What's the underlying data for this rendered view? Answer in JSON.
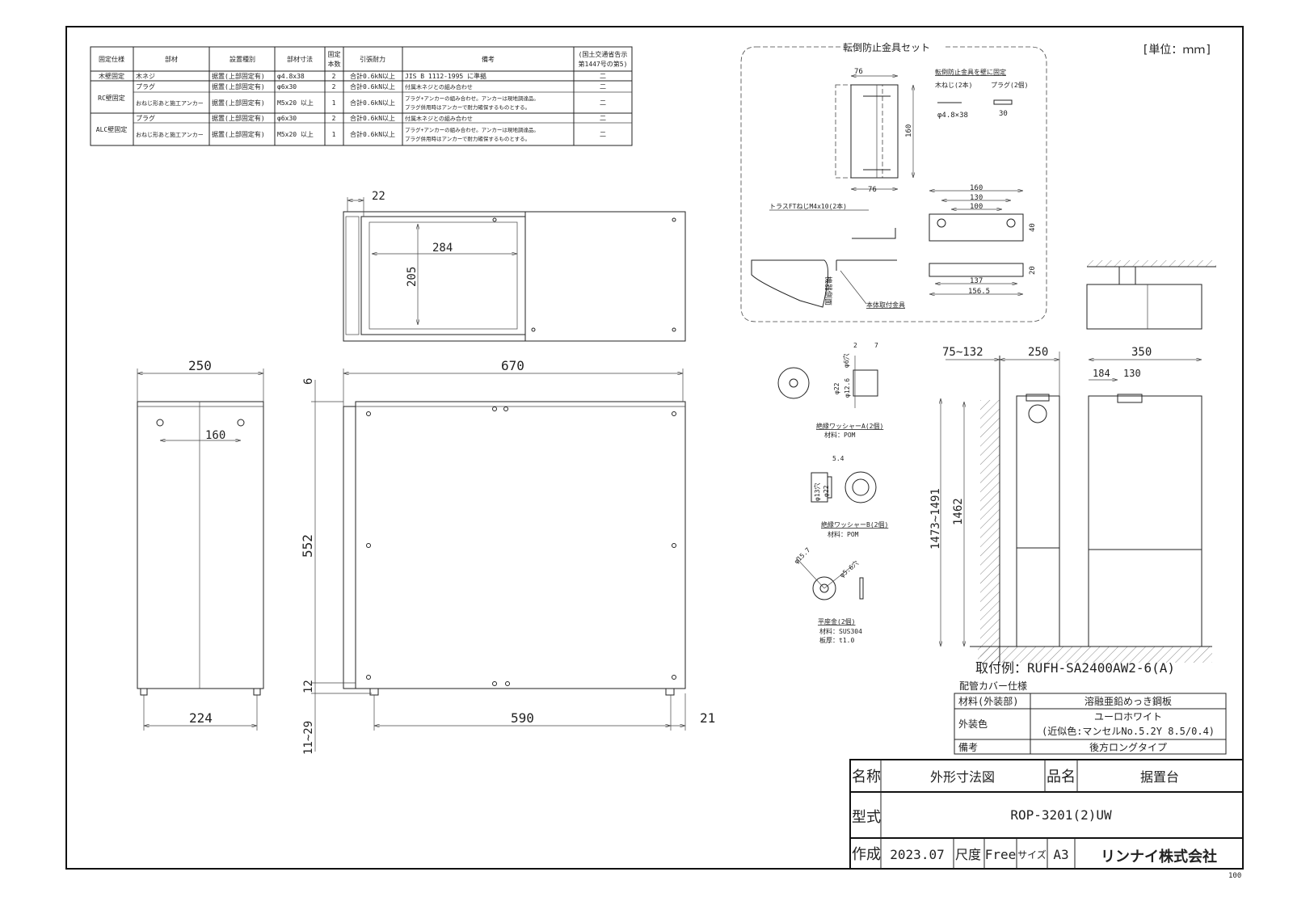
{
  "unit_label": "[単位：ｍｍ]",
  "page_number": "100",
  "parts_table": {
    "headers": [
      "固定仕様",
      "部材",
      "設置種別",
      "部材寸法",
      "固定本数",
      "引張耐力",
      "備考",
      "(国土交通省告示第1447号の第5)"
    ],
    "header_fixed_count": [
      "固定",
      "本数"
    ],
    "header_notice": [
      "(国土交通省告示",
      "第1447号の第5)"
    ],
    "groups": [
      {
        "label": "木壁固定",
        "rows": [
          {
            "member": "木ネジ",
            "type": "据置(上部固定有)",
            "size": "φ4.8x38",
            "count": "2",
            "strength": "合計0.6kN以上",
            "note": [
              "JIS B 1112-1995 に準拠"
            ],
            "notice": "二"
          }
        ]
      },
      {
        "label": "RC壁固定",
        "rows": [
          {
            "member": "プラグ",
            "type": "据置(上部固定有)",
            "size": "φ6x30",
            "count": "2",
            "strength": "合計0.6kN以上",
            "note": [
              "付属木ネジとの組み合わせ"
            ],
            "notice": "二"
          },
          {
            "member": "おねじ形あと施工アンカー",
            "type": "据置(上部固定有)",
            "size": "M5x20 以上",
            "count": "1",
            "strength": "合計0.6kN以上",
            "note": [
              "プラグ+アンカーの組み合わせ。アンカーは現地調達品。",
              "プラグ併用時はアンカーで耐力確保するものとする。"
            ],
            "notice": "二"
          }
        ]
      },
      {
        "label": "ALC壁固定",
        "rows": [
          {
            "member": "プラグ",
            "type": "据置(上部固定有)",
            "size": "φ6x30",
            "count": "2",
            "strength": "合計0.6kN以上",
            "note": [
              "付属木ネジとの組み合わせ"
            ],
            "notice": "二"
          },
          {
            "member": "おねじ形あと施工アンカー",
            "type": "据置(上部固定有)",
            "size": "M5x20 以上",
            "count": "1",
            "strength": "合計0.6kN以上",
            "note": [
              "プラグ+アンカーの組み合わせ。アンカーは現地調達品。",
              "プラグ併用時はアンカーで耐力確保するものとする。"
            ],
            "notice": "二"
          }
        ]
      }
    ]
  },
  "bracket_set": {
    "title": "転倒防止金具セット",
    "wall_fix_title": "転倒防止金具を壁に固定",
    "wood_screw": "木ねじ(2本)",
    "wood_screw_size": "φ4.8×38",
    "plug": "プラグ(2個)",
    "plug_len": "30",
    "dims_plate": {
      "top": "76",
      "bottom": "76",
      "height": "160"
    },
    "truss_screw": "トラスFTねじM4x10(2本)",
    "device_side": "機器側面",
    "body_bracket": "本体取付金具",
    "dims_bracket": {
      "w1": "160",
      "w2": "130",
      "w3": "100",
      "h1": "40",
      "h2": "20",
      "b1": "137",
      "b2": "156.5"
    }
  },
  "washers": {
    "a": {
      "label": "絶縁ワッシャーA(2個)",
      "material": "材料：POM",
      "dims": [
        "2",
        "7",
        "φ6穴",
        "φ22",
        "φ12.6"
      ]
    },
    "b": {
      "label": "絶縁ワッシャーB(2個)",
      "material": "材料：POM",
      "dims": [
        "5.4",
        "φ13穴",
        "φ22"
      ]
    },
    "flat": {
      "label": "平座金(2個)",
      "material": "材料：SUS304",
      "thickness": "板厚：t1.0",
      "dims": [
        "φ15.7",
        "φ5.6穴"
      ]
    }
  },
  "views": {
    "top": {
      "d22": "22",
      "d284": "284",
      "d205": "205"
    },
    "front": {
      "d250": "250",
      "d160": "160",
      "d224": "224"
    },
    "side": {
      "d670": "670",
      "d6": "6",
      "d552": "552",
      "d12": "12",
      "d11_29": "11~29",
      "d590": "590",
      "d21": "21"
    },
    "install": {
      "d75_132": "75~132",
      "d250": "250",
      "d350": "350",
      "d184": "184",
      "d130": "130",
      "d1473_1491": "1473~1491",
      "d1462": "1462"
    }
  },
  "install_example": "取付例：RUFH-SA2400AW2-6(A)",
  "cover_spec": {
    "title": "配管カバー仕様",
    "rows": [
      {
        "key": "材料(外装部)",
        "value": [
          "溶融亜鉛めっき鋼板"
        ]
      },
      {
        "key": "外装色",
        "value": [
          "ユーロホワイト",
          "(近似色:マンセルNo.5.2Y 8.5/0.4)"
        ]
      },
      {
        "key": "備考",
        "value": [
          "後方ロングタイプ"
        ]
      }
    ]
  },
  "title_block": {
    "name_label": "名称",
    "name": "外形寸法図",
    "product_label": "品名",
    "product": "据置台",
    "model_label": "型式",
    "model": "ROP-3201(2)UW",
    "created_label": "作成",
    "created": "2023.07",
    "scale_label": "尺度",
    "scale": "Free",
    "size_label": "サイズ",
    "size": "A3",
    "company": "リンナイ株式会社"
  }
}
